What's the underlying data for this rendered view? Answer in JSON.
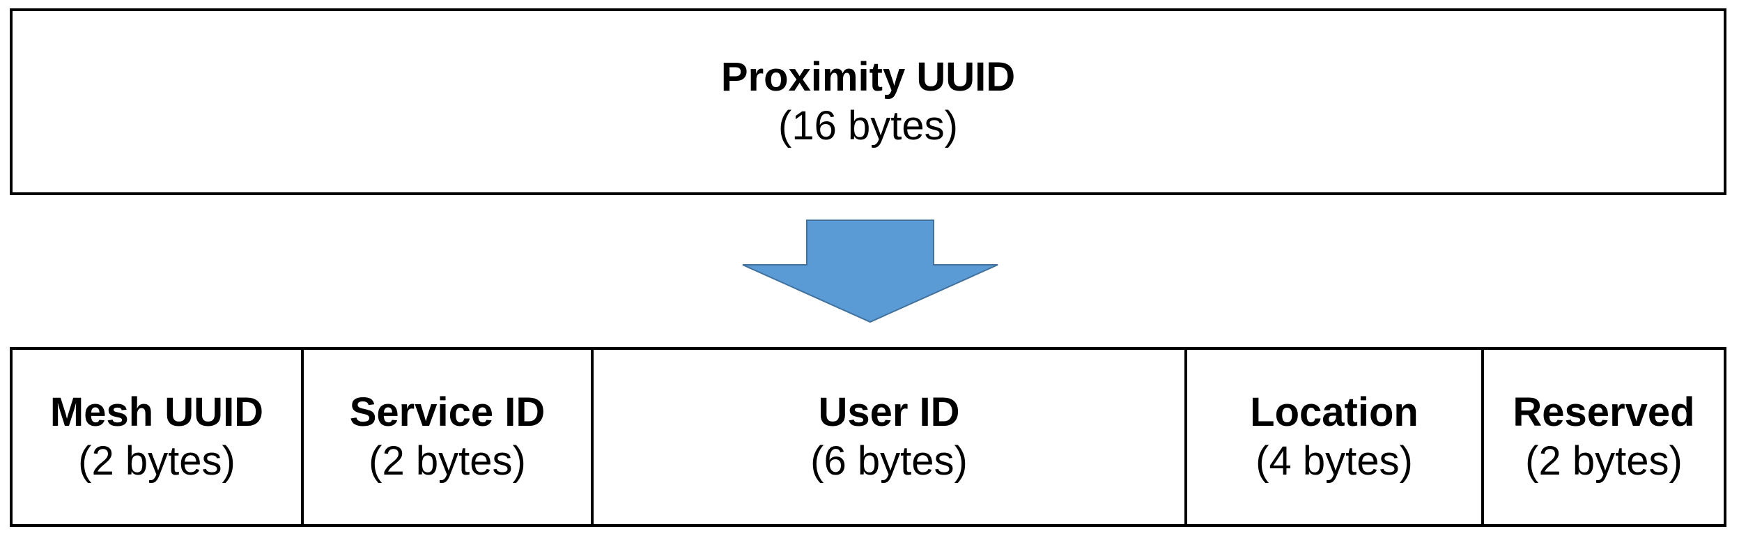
{
  "proximity": {
    "title": "Proximity UUID",
    "size": "(16 bytes)"
  },
  "arrow": {
    "color": "#5b9bd5",
    "stroke": "#41719c"
  },
  "segments": [
    {
      "title": "Mesh UUID",
      "size": "(2 bytes)"
    },
    {
      "title": "Service ID",
      "size": "(2 bytes)"
    },
    {
      "title": "User ID",
      "size": "(6 bytes)"
    },
    {
      "title": "Location",
      "size": "(4 bytes)"
    },
    {
      "title": "Reserved",
      "size": "(2 bytes)"
    }
  ]
}
